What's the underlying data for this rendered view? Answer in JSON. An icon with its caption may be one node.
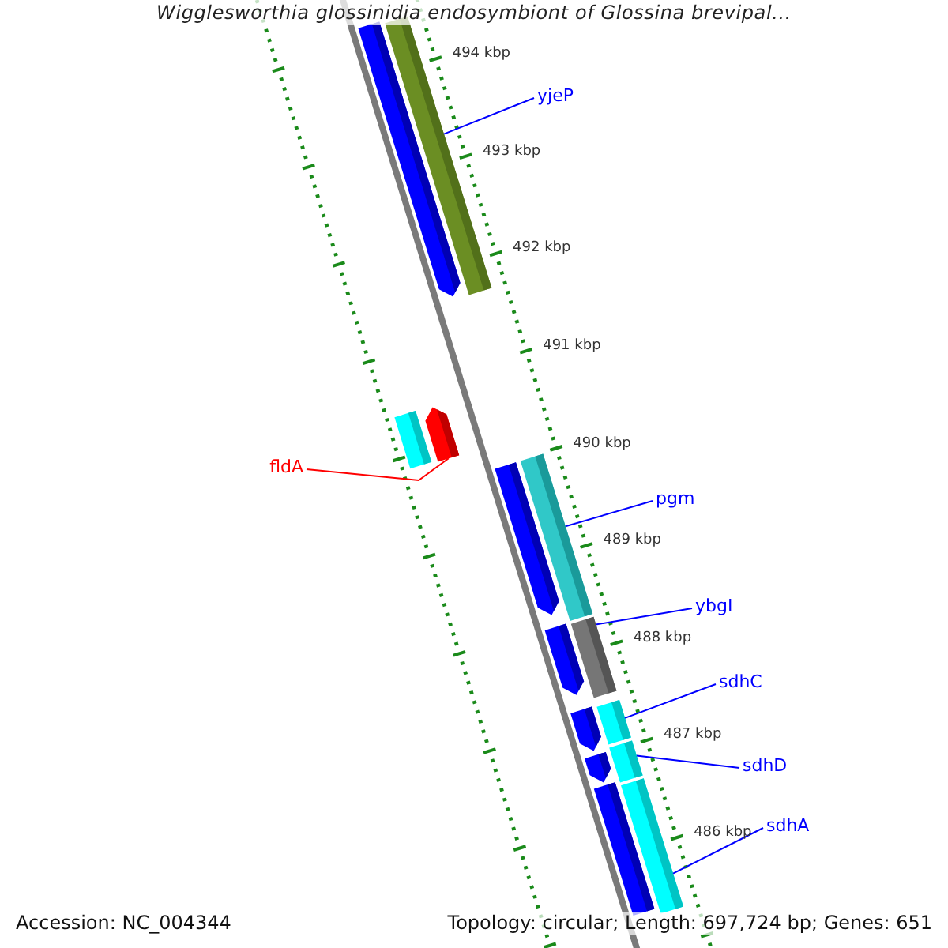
{
  "diagram": {
    "title": "Wigglesworthia glossinidia endosymbiont of Glossina brevipal...",
    "nodes": [
      {
        "text": [
          "yjeP"
        ]
      },
      {
        "text": [
          "fldA"
        ]
      },
      {
        "text": [
          "pgm"
        ]
      },
      {
        "text": [
          "ybgI"
        ]
      },
      {
        "text": [
          "sdhC"
        ]
      },
      {
        "text": [
          "sdhD"
        ]
      },
      {
        "text": [
          "sdhA"
        ]
      },
      {
        "text": [],
        "shape": "bar"
      },
      {
        "text": [],
        "shape": "bar"
      },
      {
        "text": [],
        "shape": "bar"
      },
      {
        "text": [],
        "shape": "bar"
      },
      {
        "text": [],
        "shape": "bar"
      },
      {
        "text": [],
        "shape": "bar"
      },
      {
        "text": [],
        "shape": "bar"
      }
    ],
    "edges": [
      {
        "from": 0,
        "to": 7,
        "arrow": "none"
      },
      {
        "from": 1,
        "to": 8,
        "arrow": "none",
        "color": "#ff0000"
      },
      {
        "from": 2,
        "to": 9,
        "arrow": "none"
      },
      {
        "from": 3,
        "to": 10,
        "arrow": "none"
      },
      {
        "from": 4,
        "to": 11,
        "arrow": "none"
      },
      {
        "from": 5,
        "to": 12,
        "arrow": "none"
      },
      {
        "from": 6,
        "to": 13,
        "arrow": "none"
      }
    ],
    "labels": [
      "494 kbp",
      "493 kbp",
      "492 kbp",
      "491 kbp",
      "490 kbp",
      "489 kbp",
      "488 kbp",
      "487 kbp",
      "486 kbp",
      "Accession: NC_004344",
      "Topology: circular; Length: 697,724 bp; Genes: 651"
    ]
  }
}
